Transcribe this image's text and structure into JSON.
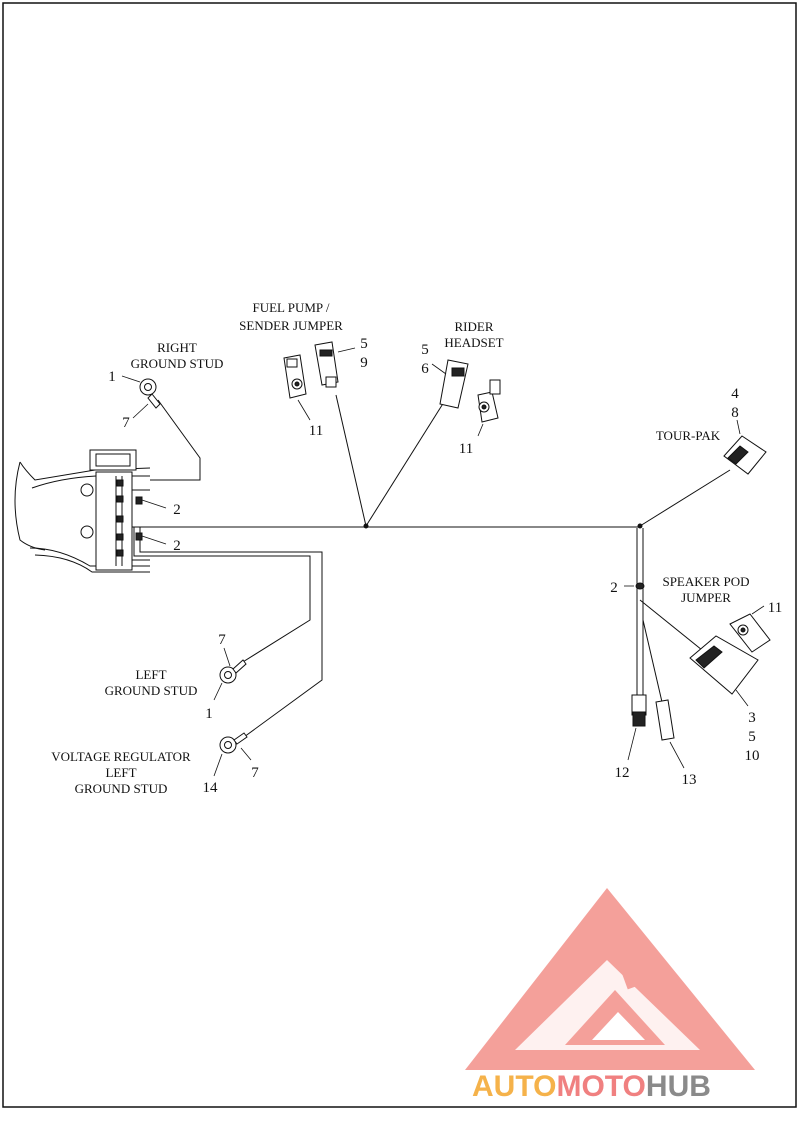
{
  "labels": {
    "right_ground_stud": [
      "RIGHT",
      "GROUND STUD"
    ],
    "fuel_pump_jumper": [
      "FUEL PUMP /",
      "SENDER JUMPER"
    ],
    "rider_headset": [
      "RIDER",
      "HEADSET"
    ],
    "tour_pak": [
      "TOUR-PAK"
    ],
    "speaker_pod_jumper": [
      "SPEAKER POD",
      "JUMPER"
    ],
    "left_ground_stud": [
      "LEFT",
      "GROUND STUD"
    ],
    "voltage_regulator_ground": [
      "VOLTAGE REGULATOR",
      "LEFT",
      "GROUND STUD"
    ]
  },
  "callouts": {
    "right_stud_1": "1",
    "right_stud_7": "7",
    "frame_2_upper": "2",
    "frame_2_lower": "2",
    "fuel_5": "5",
    "fuel_9": "9",
    "fuel_11": "11",
    "rider_5": "5",
    "rider_6": "6",
    "rider_11": "11",
    "tour_4": "4",
    "tour_8": "8",
    "speaker_2": "2",
    "speaker_11": "11",
    "speaker_3": "3",
    "speaker_5": "5",
    "speaker_10": "10",
    "conn_12": "12",
    "conn_13": "13",
    "left_stud_7": "7",
    "left_stud_1": "1",
    "vreg_14": "14",
    "vreg_7": "7"
  },
  "watermark": {
    "auto": "AUTO",
    "moto": "MOTO",
    "hub": "HUB",
    "colors": {
      "orange": "#f5b24a",
      "red": "#f08080",
      "gray": "#8a8a8a"
    }
  }
}
